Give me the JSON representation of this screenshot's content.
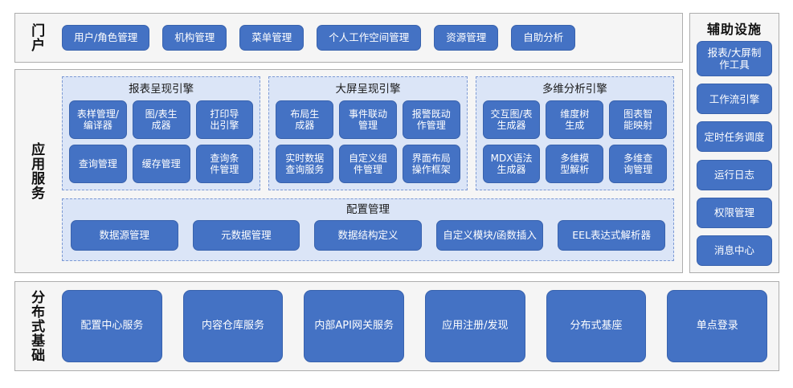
{
  "colors": {
    "button_blue": "#4472c4",
    "panel_bg": "#f5f5f5",
    "group_bg": "#dbe5f7",
    "group_border": "#7d9ad4",
    "panel_border": "#adadad",
    "text_light": "#ffffff",
    "text_dark": "#111111"
  },
  "portal": {
    "label": "门户",
    "items": [
      {
        "label": "用户/角色管理"
      },
      {
        "label": "机构管理"
      },
      {
        "label": "菜单管理"
      },
      {
        "label": "个人工作空间管理"
      },
      {
        "label": "资源管理"
      },
      {
        "label": "自助分析"
      }
    ]
  },
  "aux": {
    "title": "辅助设施",
    "items": [
      {
        "label": "报表/大屏制\n作工具"
      },
      {
        "label": "工作流引擎"
      },
      {
        "label": "定时任务调度"
      },
      {
        "label": "运行日志"
      },
      {
        "label": "权限管理"
      },
      {
        "label": "消息中心"
      }
    ]
  },
  "app_services": {
    "label": "应用服务",
    "engines": [
      {
        "title": "报表呈现引擎",
        "items": [
          {
            "label": "表样管理/\n编译器"
          },
          {
            "label": "图/表生\n成器"
          },
          {
            "label": "打印导\n出引擎"
          },
          {
            "label": "查询管理"
          },
          {
            "label": "缓存管理"
          },
          {
            "label": "查询条\n件管理"
          }
        ]
      },
      {
        "title": "大屏呈现引擎",
        "items": [
          {
            "label": "布局生\n成器"
          },
          {
            "label": "事件联动\n管理"
          },
          {
            "label": "报警既动\n作管理"
          },
          {
            "label": "实时数据\n查询服务"
          },
          {
            "label": "自定义组\n件管理"
          },
          {
            "label": "界面布局\n操作框架"
          }
        ]
      },
      {
        "title": "多维分析引擎",
        "items": [
          {
            "label": "交互图/表\n生成器"
          },
          {
            "label": "维度树\n生成"
          },
          {
            "label": "图表智\n能映射"
          },
          {
            "label": "MDX语法\n生成器"
          },
          {
            "label": "多维模\n型解析"
          },
          {
            "label": "多维查\n询管理"
          }
        ]
      }
    ],
    "config": {
      "title": "配置管理",
      "items": [
        {
          "label": "数据源管理"
        },
        {
          "label": "元数据管理"
        },
        {
          "label": "数据结构定义"
        },
        {
          "label": "自定义模块/函数插入"
        },
        {
          "label": "EEL表达式解析器"
        }
      ]
    }
  },
  "distributed_base": {
    "label": "分布式基础",
    "items": [
      {
        "label": "配置中心服务"
      },
      {
        "label": "内容仓库服务"
      },
      {
        "label": "内部API网关服务"
      },
      {
        "label": "应用注册/发现"
      },
      {
        "label": "分布式基座"
      },
      {
        "label": "单点登录"
      }
    ]
  }
}
